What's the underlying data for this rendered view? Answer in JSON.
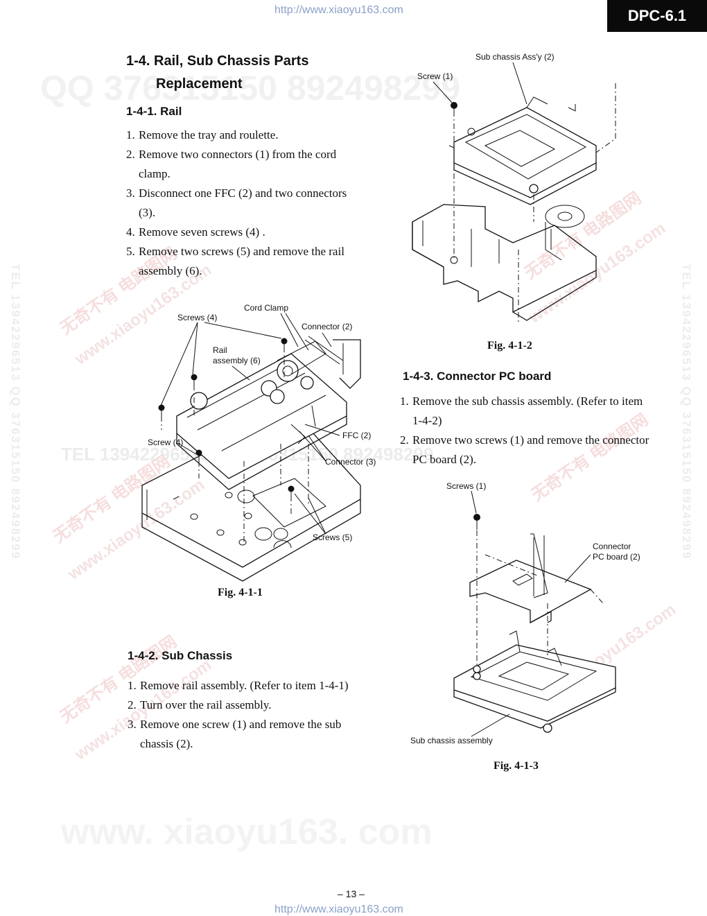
{
  "header": {
    "url_top": "http://www.xiaoyu163.com",
    "badge": "DPC-6.1"
  },
  "watermarks": {
    "qq": "QQ 376315150   892498299",
    "tel_mid": "TEL 13942296513   QQ 376315150   892498299",
    "site_cn": "无奇不有 电路图网",
    "site": "www.xiaoyu163.com",
    "side": "TEL 13942296513   QQ 376315150   892498299",
    "bottom": "www. xiaoyu163. com"
  },
  "section": {
    "title_line1": "1-4. Rail, Sub Chassis Parts",
    "title_line2": "Replacement",
    "rail": {
      "heading": "1-4-1. Rail",
      "steps": [
        {
          "num": "1.",
          "text": "Remove the tray and roulette."
        },
        {
          "num": "2.",
          "text": "Remove two connectors (1) from  the cord clamp."
        },
        {
          "num": "3.",
          "text": "Disconnect one FFC (2) and two connectors (3)."
        },
        {
          "num": "4.",
          "text": "Remove seven screws (4) ."
        },
        {
          "num": "5.",
          "text": "Remove two screws (5) and remove the rail assembly (6)."
        }
      ]
    },
    "sub_chassis": {
      "heading": "1-4-2. Sub Chassis",
      "steps": [
        {
          "num": "1.",
          "text": "Remove rail assembly. (Refer to item 1-4-1)"
        },
        {
          "num": "2.",
          "text": "Turn over the rail assembly."
        },
        {
          "num": "3.",
          "text": "Remove one screw (1) and remove the sub chassis (2)."
        }
      ]
    },
    "connector_pc": {
      "heading": "1-4-3. Connector PC board",
      "steps": [
        {
          "num": "1.",
          "text": "Remove the sub chassis assembly. (Refer to item 1-4-2)"
        },
        {
          "num": "2.",
          "text": "Remove two screws (1) and remove the connector PC board (2)."
        }
      ]
    }
  },
  "figures": {
    "fig1": {
      "caption": "Fig. 4-1-1",
      "labels": {
        "cord_clamp": "Cord Clamp",
        "screws4": "Screws (4)",
        "connector2": "Connector (2)",
        "rail1": "Rail",
        "rail2": "assembly (6)",
        "ffc": "FFC (2)",
        "screw4": "Screw (4)",
        "connector3": "Connector (3)",
        "screws5": "Screws (5)"
      }
    },
    "fig2": {
      "caption": "Fig. 4-1-2",
      "labels": {
        "sub_assy": "Sub chassis Ass'y (2)",
        "screw1": "Screw (1)"
      }
    },
    "fig3": {
      "caption": "Fig. 4-1-3",
      "labels": {
        "screws1": "Screws (1)",
        "conn1": "Connector",
        "conn2": "PC board (2)",
        "sub_assembly": "Sub chassis assembly"
      }
    }
  },
  "footer": {
    "page": "– 13 –",
    "url_bottom": "http://www.xiaoyu163.com"
  }
}
